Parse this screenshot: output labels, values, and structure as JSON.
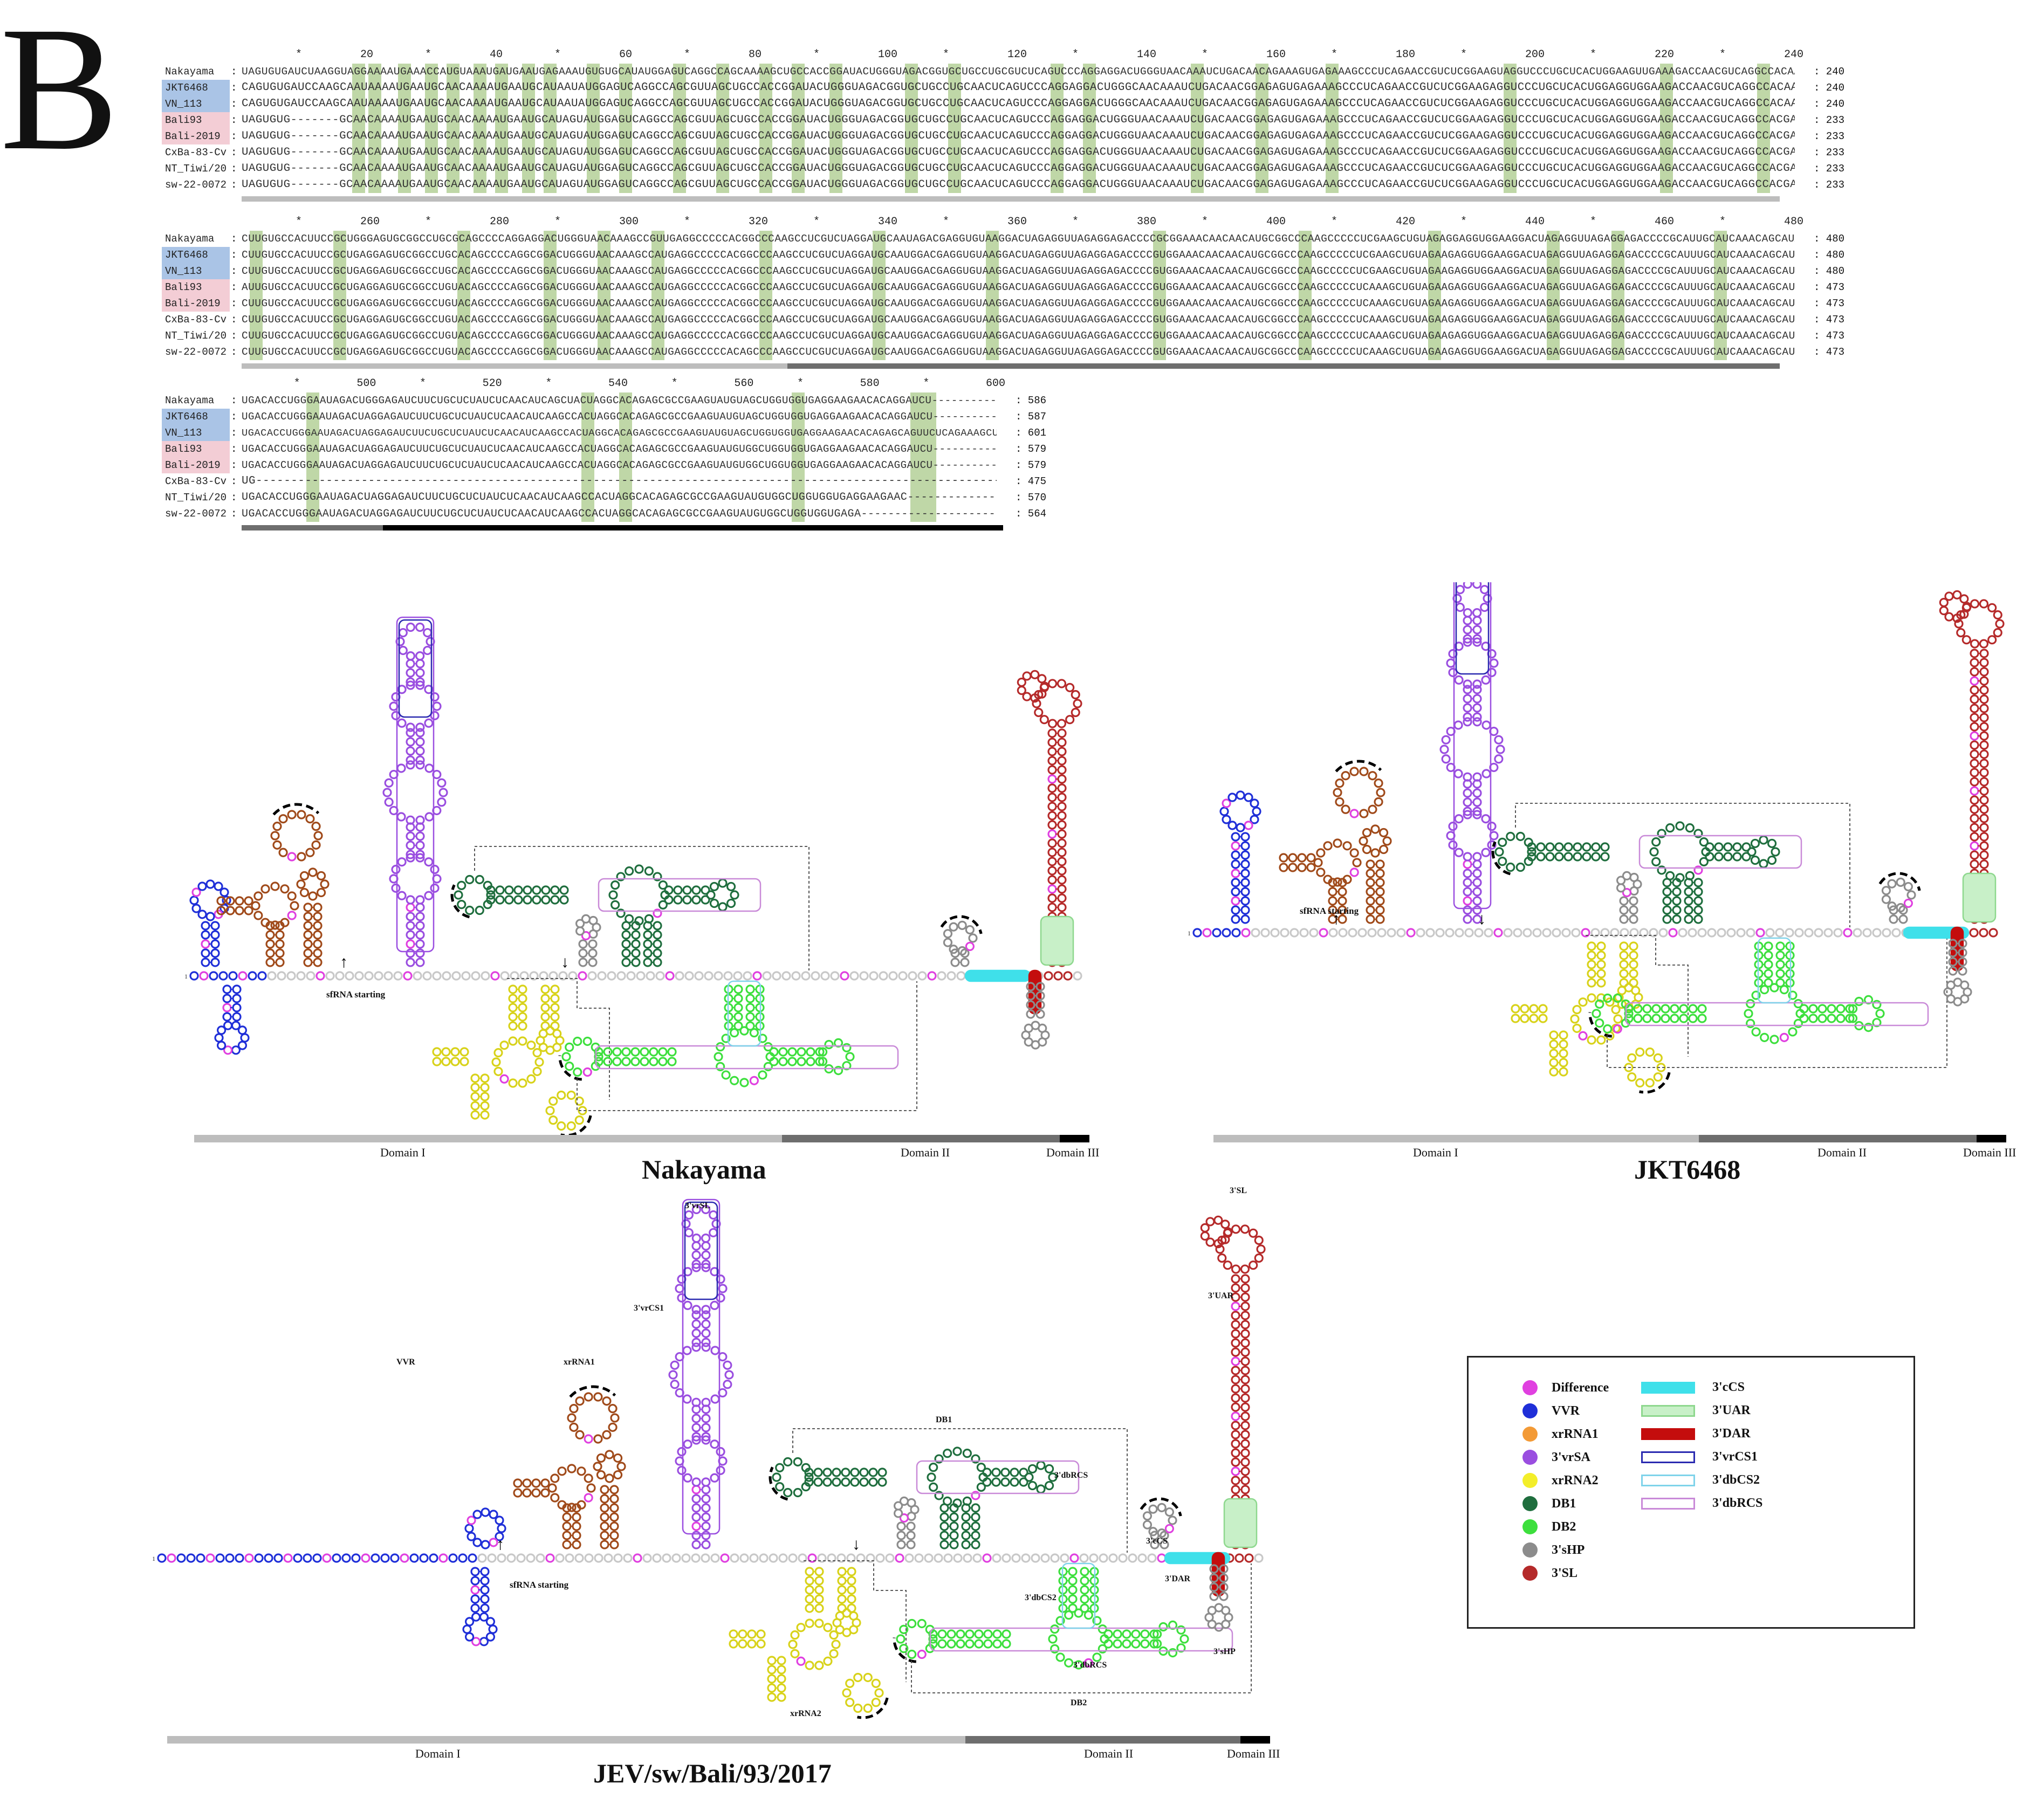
{
  "panel_letter": "B",
  "alignment": {
    "blocks": [
      {
        "ruler": [
          "*",
          "20",
          "*",
          "40",
          "*",
          "60",
          "*",
          "80",
          "*",
          "100",
          "*",
          "120",
          "*",
          "140",
          "*",
          "160",
          "*",
          "180",
          "*",
          "200",
          "*",
          "220",
          "*",
          "240"
        ],
        "rows": [
          {
            "name": "Nakayama",
            "seq": "UAGUGUGAUCUAAGGUAGGAAAAUGAAACCAUGUAAAUGAUGAAUGAGAAAUGUGUGCAUAUGGAGUCAGGCCAGCAAAAGCUGCCACCGGAUACUGGGUAGACGGUGCUGCCUGCGUCUCAGUCCCAGGAGGACUGGGUAACAAAUCUGACAACAGAAAGUGAGAAAGCCCUCAGAACCGUCUCGGAAGUAGGUCCCUGCUCACUGGAAGUUGAAAGACCAACGUCAGGCCACAAA",
            "end": "240",
            "tag": "plain"
          },
          {
            "name": "JKT6468",
            "seq": "CAGUGUGAUCCAAGCAAUAAAAUGAAUGCAACAAAAUGAAUGCAUAAUAUGGAGUCAGGCCAGCGUUAGCUGCCACCGGAUACUGGGUAGACGGUGCUGCCUGCAACUCAGUCCCAGGAGGACUGGGCAACAAAUCUGACAACGGAGAGUGAGAAAGCCCUCAGAACCGUCUCGGAAGAGGUCCCUGCUCACUGGAGGUGGAAGACCAACGUCAGGCCACAAU",
            "end": "240",
            "tag": "blue"
          },
          {
            "name": "VN_113",
            "seq": "CAGUGUGAUCCAAGCAAUAAAAUGAAUGCAACAAAAUGAAUGCAUAAUAUGGAGUCAGGCCAGCGUUAGCUGCCACCGGAUACUGGGUAGACGGUGCUGCCUGCAACUCAGUCCCAGGAGGACUGGGCAACAAAUCUGACAACGGAGAGUGAGAAAGCCCUCAGAACCGUCUCGGAAGAGGUCCCUGCUCACUGGAGGUGGAAGACCAACGUCAGGCCACAAU",
            "end": "240",
            "tag": "blue"
          },
          {
            "name": "Bali93",
            "seq": "UAGUGUG-------GCAACAAAAUGAAUGCAACAAAAUGAAUGCAUAGUAUGGAGUCAGGCCAGCGUUAGCUGCCACCGGAUACUGGGUAGACGGUGCUGCCUGCAACUCAGUCCCAGGAGGACUGGGUAACAAAUCUGACAACGGAGAGUGAGAAAGCCCUCAGAACCGUCUCGGAAGAGGUCCCUGCUCACUGGAGGUGGAAGACCAACGUCAGGCCACGAA",
            "end": "233",
            "tag": "pink"
          },
          {
            "name": "Bali-2019",
            "seq": "UAGUGUG-------GCAACAAAAUGAAUGCAACAAAAUGAAUGCAUAGUAUGGAGUCAGGCCAGCGUUAGCUGCCACCGGAUACUGGGUAGACGGUGCUGCCUGCAACUCAGUCCCAGGAGGACUGGGUAACAAAUCUGACAACGGAGAGUGAGAAAGCCCUCAGAACCGUCUCGGAAGAGGUCCCUGCUCACUGGAGGUGGAAGACCAACGUCAGGCCACGAA",
            "end": "233",
            "tag": "pink"
          },
          {
            "name": "CxBa-83-Cv",
            "seq": "UAGUGUG-------GCAACAAAAUGAAUGCAACAAAAUGAAUGCAUAGUAUGGAGUCAGGCCAGCGUUAGCUGCCACCGGAUACUGGGUAGACGGUGCUGCCUGCAACUCAGUCCCAGGAGGACUGGGUAACAAAUCUGACAACGGAGAGUGAGAAAGCCCUCAGAACCGUCUCGGAAGAGGUCCCUGCUCACUGGAGGUGGAAGACCAACGUCAGGCCACGAA",
            "end": "233",
            "tag": "plain"
          },
          {
            "name": "NT_Tiwi/20",
            "seq": "UAGUGUG-------GCAACAAAAUGAAUGCAACAAAAUGAAUGCAUAGUAUGGAGUCAGGCCAGCGUUAGCUGCCACCGGAUACUGGGUAGACGGUGCUGCCUGCAACUCAGUCCCAGGAGGACUGGGUAACAAAUCUGACAACGGAGAGUGAGAAAGCCCUCAGAACCGUCUCGGAAGAGGUCCCUGCUCACUGGAGGUGGAAGACCAACGUCAGGCCACGAA",
            "end": "233",
            "tag": "plain"
          },
          {
            "name": "sw-22-0072",
            "seq": "UAGUGUG-------GCAACAAAAUGAAUGCAACAAAAUGAAUGCAUAGUAUGGAGUCAGGCCAGCGUUAGCUGCCACCGGAUACUGGGUAGACGGUGCUGCCUGCAACUCAGUCCCAGGAGGACUGGGUAACAAAUCUGACAACGGAGAGUGAGAAAGCCCUCAGAACCGUCUCGGAAGAGGUCCCUGCUCACUGGAGGUGGAAGACCAACGUCAGGCCACGAA",
            "end": "233",
            "tag": "plain"
          }
        ]
      },
      {
        "ruler": [
          "*",
          "260",
          "*",
          "280",
          "*",
          "300",
          "*",
          "320",
          "*",
          "340",
          "*",
          "360",
          "*",
          "380",
          "*",
          "400",
          "*",
          "420",
          "*",
          "440",
          "*",
          "460",
          "*",
          "480"
        ],
        "rows": [
          {
            "name": "Nakayama",
            "seq": "CUUGUGCCACUUCCGCUGGGAGUGCGGCCUGCGCAGCCCCAGGAGGACUGGGUAACAAAGCCGUUGAGGCCCCCACGGCCCAAGCCUCGUCUAGGAUGCAAUAGACGAGGUGUAAGGACUAGAGGUUAGAGGAGACCCCGCGGAAACAACAACAUGCGGCCCAAGCCCCCUCGAAGCUGUAGAGGAGGUGGAAGGACUAGAGGUUAGAGGAGACCCCGCAUUGCAUCAAACAGCAUAU",
            "end": "480",
            "tag": "plain"
          },
          {
            "name": "JKT6468",
            "seq": "CUUGUGCCACUUCCGCUGAGGAGUGCGGCCUGCACAGCCCCAGGCGGACUGGGUAACAAAGCCAUGAGGCCCCCACGGCCCAAGCCUCGUCUAGGAUGCAAUGGACGAGGUGUAAGGACUAGAGGUUAGAGGAGACCCCGUGGAAACAACAACAUGCGGCCCAAGCCCCCUCGAAGCUGUAGAAGAGGUGGAAGGACUAGAGGUUAGAGGAGACCCCGCAUUUGCAUCAAACAGCAUAU",
            "end": "480",
            "tag": "blue"
          },
          {
            "name": "VN_113",
            "seq": "CUUGUGCCACUUCCGCUGAGGAGUGCGGCCUGCACAGCCCCAGGCGGACUGGGUAACAAAGCCAUGAGGCCCCCACGGCCCAAGCCUCGUCUAGGAUGCAAUGGACGAGGUGUAAGGACUAGAGGUUAGAGGAGACCCCGUGGAAACAACAACAUGCGGCCCAAGCCCCCUCGAAGCUGUAGAAGAGGUGGAAGGACUAGAGGUUAGAGGAGACCCCGCAUUUGCAUCAAACAGCAUAU",
            "end": "480",
            "tag": "blue"
          },
          {
            "name": "Bali93",
            "seq": "AUUGUGCCACUUCCGCUGAGGAGUGCGGCCUGUACAGCCCCAGGCGGACUGGGUAACAAAGCCAUGAGGCCCCCACGGCCCAAGCCUCGUCUAGGAUGCAAUGGACGAGGUGUAAGGACUAGAGGUUAGAGGAGACCCCGUGGAAACAACAACAUGCGGCCCAAGCCCCCUCAAAGCUGUAGAAGAGGUGGAAGGACUAGAGGUUAGAGGAGACCCCGCAUUUGCAUCAAACAGCAUAU",
            "end": "473",
            "tag": "pink"
          },
          {
            "name": "Bali-2019",
            "seq": "CUUGUGCCACUUCCGCUGAGGAGUGCGGCCUGUACAGCCCCAGGCGGACUGGGUAACAAAGCCAUGAGGCCCCCACGGCCCAAGCCUCGUCUAGGAUGCAAUGGACGAGGUGUAAGGACUAGAGGUUAGAGGAGACCCCGUGGAAACAACAACAUGCGGCCCAAGCCCCCUCAAAGCUGUAGAAGAGGUGGAAGGACUAGAGGUUAGAGGAGACCCCGCAUUUGCAUCAAACAGCAUAU",
            "end": "473",
            "tag": "pink"
          },
          {
            "name": "CxBa-83-Cv",
            "seq": "CUUGUGCCACUUCCGCUGAGGAGUGCGGCCUGUACAGCCCCAGGCGGACUGGGUAACAAAGCCAUGAGGCCCCCACGGCCCAAGCCUCGUCUAGGAUGCAAUGGACGAGGUGUAAGGACUAGAGGUUAGAGGAGACCCCGUGGAAACAACAACAUGCGGCCCAAGCCCCCUCAAAGCUGUAGAAGAGGUGGAAGGACUAGAGGUUAGAGGAGACCCCGCAUUUGCAUCAAACAGCAUAU",
            "end": "473",
            "tag": "plain"
          },
          {
            "name": "NT_Tiwi/20",
            "seq": "CUUGUGCCACUUCCGCUGAGGAGUGCGGCCUGUACAGCCCCAGGCGGACUGGGUAACAAAGCCAUGAGGCCCCCACGGCCCAAGCCUCGUCUAGGAUGCAAUGGACGAGGUGUAAGGACUAGAGGUUAGAGGAGACCCCGUGGAAACAACAACAUGCGGCCCAAGCCCCCUCAAAGCUGUAGAAGAGGUGGAAGGACUAGAGGUUAGAGGAGACCCCGCAUUUGCAUCAAACAGCAUAU",
            "end": "473",
            "tag": "plain"
          },
          {
            "name": "sw-22-0072",
            "seq": "CUUGUGCCACUUCCGCUGAGGAGUGCGGCCUGUACAGCCCCAGGCGGACUGGGUAACAAAGCCAUGAGGCCCCCACAGCCCAAGCCUCGUCUAGGAUGCAAUGGACGAGGUGUAAGGACUAGAGGUUAGAGGAGACCCCGUGGAAACAACAACAUGCGGCCCAAGCCCCCUCAAAGCUGUAGAAGAGGUGGAAGGACUAGAGGUUAGAGGAGACCCCGCAUUUGCAUCAAACAGCAUAU",
            "end": "473",
            "tag": "plain"
          }
        ]
      },
      {
        "ruler": [
          "*",
          "500",
          "*",
          "520",
          "*",
          "540",
          "*",
          "560",
          "*",
          "580",
          "*",
          "600"
        ],
        "rows": [
          {
            "name": "Nakayama",
            "seq": "UGACACCUGGGAAUAGACUGGGAGAUCUUCUGCUCUAUCUCAACAUCAGCUACUAGGCACAGAGCGCCGAAGUAUGUAGCUGGUGGUGAGGAAGAACACAGGAUCU-----------",
            "end": "586",
            "tag": "plain"
          },
          {
            "name": "JKT6468",
            "seq": "UGACACCUGGGAAUAGACUAGGAGAUCUUCUGCUCUAUCUCAACAUCAAGCCACUAGGCACAGAGCGCCGAAGUAUGUAGCUGGUGGUGAGGAAGAACACAGGAUCU-----------",
            "end": "587",
            "tag": "blue"
          },
          {
            "name": "VN_113",
            "seq": "UGACACCUGGGAAUAGACUAGGAGAUCUUCUGCUCUAUCUCAACAUCAAGCCACUAGGCACAGAGCGCCGAAGUAUGUAGCUGGUGGUGAGGAAGAACACAGAGCAGUUCUCAGAAAGCUU",
            "end": "601",
            "tag": "blue"
          },
          {
            "name": "Bali93",
            "seq": "UGACACCUGGGAAUAGACUAGGAGAUCUUCUGCUCUAUCUCAACAUCAAGCCACUAGGCACAGAGCGCCGAAGUAUGUGGCUGGUGGUGAGGAAGAACACAGGAUCU-----------",
            "end": "579",
            "tag": "pink"
          },
          {
            "name": "Bali-2019",
            "seq": "UGACACCUGGGAAUAGACUAGGAGAUCUUCUGCUCUAUCUCAACAUCAAGCCACUAGGCACAGAGCGCCGAAGUAUGUGGCUGGUGGUGAGGAAGAACACAGGAUCU-----------",
            "end": "579",
            "tag": "pink"
          },
          {
            "name": "CxBa-83-Cv",
            "seq": "UG----------------------------------------------------------------------------------------------------------",
            "end": "475",
            "tag": "plain"
          },
          {
            "name": "NT_Tiwi/20",
            "seq": "UGACACCUGGGAAUAGACUAGGAGAUCUUCUGCUCUAUCUCAACAUCAAGCCACUAGGCACAGAGCGCCGAAGUAUGUGGCUGGUGGUGAGGAAGAAC--------------",
            "end": "570",
            "tag": "plain"
          },
          {
            "name": "sw-22-0072",
            "seq": "UGACACCUGGGAAUAGACUAGGAGAUCUUCUGCUCUAUCUCAACAUCAAGCCACUAGGCACAGAGCGCCGAAGUAUGUGGCUGGUGGUGAGA---------------------",
            "end": "564",
            "tag": "plain"
          }
        ]
      }
    ]
  },
  "structures": {
    "nakayama": {
      "name": "Nakayama",
      "sfrna": "sfRNA starting",
      "domains": [
        "Domain I",
        "Domain II",
        "Domain III"
      ]
    },
    "jkt": {
      "name": "JKT6468",
      "sfrna": "sfRNA starting",
      "domains": [
        "Domain I",
        "Domain II",
        "Domain III"
      ]
    },
    "bali": {
      "name": "JEV/sw/Bali/93/2017",
      "sfrna": "sfRNA starting",
      "domains": [
        "Domain I",
        "Domain II",
        "Domain III"
      ],
      "labels": {
        "vvr": "VVR",
        "xrrna1": "xrRNA1",
        "vrcs1": "3'vrCS1",
        "vrsl": "3'vrSL",
        "db1": "DB1",
        "dbrcs_top": "3'dbRCS",
        "ccs": "3'cCS",
        "uar": "3'UAR",
        "sl": "3'SL",
        "dar": "3'DAR",
        "shp": "3'sHP",
        "dbcs2": "3'dbCS2",
        "dbrcs_bottom": "3'dbRCS",
        "db2": "DB2",
        "xrrna2": "xrRNA2"
      }
    }
  },
  "legend": {
    "dots": [
      {
        "label": "Difference",
        "color": "#e040e0"
      },
      {
        "label": "VVR",
        "color": "#1f2fd8"
      },
      {
        "label": "xrRNA1",
        "color": "#f39a36"
      },
      {
        "label": "3'vrSA",
        "color": "#9a4ee0"
      },
      {
        "label": "xrRNA2",
        "color": "#f3ee2a"
      },
      {
        "label": "DB1",
        "color": "#1f6e3e"
      },
      {
        "label": "DB2",
        "color": "#3ddf3d"
      },
      {
        "label": "3'sHP",
        "color": "#8c8c8c"
      },
      {
        "label": "3'SL",
        "color": "#b52a2a"
      }
    ],
    "rects": [
      {
        "label": "3'cCS",
        "fill": "#3fe0ea",
        "border": "#3fe0ea"
      },
      {
        "label": "3'UAR",
        "fill": "#c8f0c8",
        "border": "#8ed88e"
      },
      {
        "label": "3'DAR",
        "fill": "#c40d0d",
        "border": "#c40d0d"
      },
      {
        "label": "3'vrCS1",
        "fill": "#ffffff",
        "border": "#2a2ab0"
      },
      {
        "label": "3'dbCS2",
        "fill": "#ffffff",
        "border": "#7fd3ea"
      },
      {
        "label": "3'dbRCS",
        "fill": "#ffffff",
        "border": "#c98ad8"
      }
    ]
  }
}
